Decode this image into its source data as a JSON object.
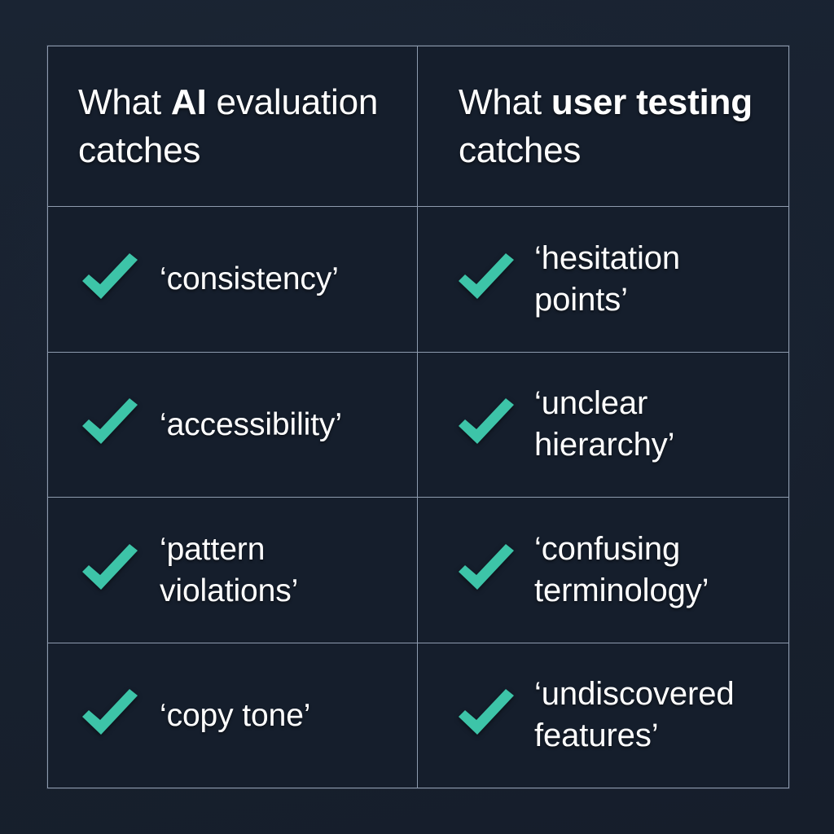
{
  "theme": {
    "background": "#18212f",
    "cell_background": "#151e2c",
    "border": "#8e9bae",
    "text": "#ffffff",
    "check_color": "#3dc4a8"
  },
  "table": {
    "columns": [
      {
        "id": "ai-evaluation",
        "header_prefix": "What ",
        "header_strong": "AI",
        "header_suffix": " evaluation catches"
      },
      {
        "id": "user-testing",
        "header_prefix": "What ",
        "header_strong": "user testing",
        "header_suffix": " catches"
      }
    ],
    "icon": "check-icon",
    "rows": [
      {
        "left": "‘consistency’",
        "right": "‘hesitation points’"
      },
      {
        "left": "‘accessibility’",
        "right": "‘unclear hierarchy’"
      },
      {
        "left": "‘pattern violations’",
        "right": "‘confusing terminology’"
      },
      {
        "left": "‘copy tone’",
        "right": "‘undiscovered features’"
      }
    ]
  }
}
